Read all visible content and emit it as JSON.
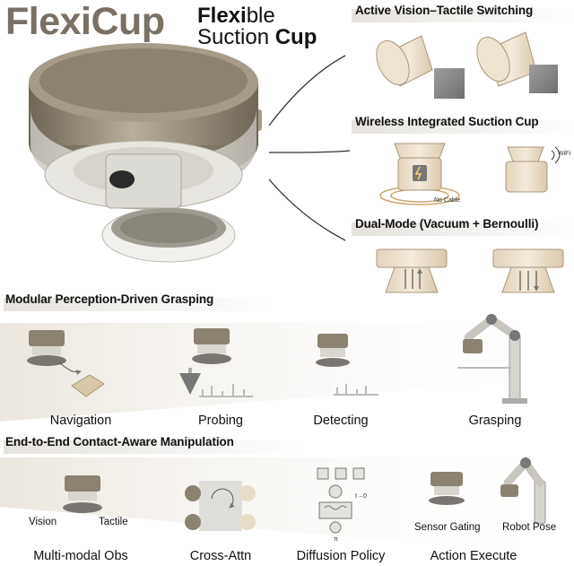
{
  "title": "FlexiCup",
  "subtitle": {
    "line1_bold": "Flexi",
    "line1_rest": "ble",
    "line2_rest": "Suction ",
    "line2_bold": "Cup"
  },
  "features": {
    "switching_header": "Active Vision–Tactile Switching",
    "wireless_header": "Wireless Integrated Suction Cup",
    "no_cable": "No Cable",
    "wifi": "WiFi",
    "dual_header": "Dual-Mode (Vacuum + Bernoulli)"
  },
  "modular": {
    "header": "Modular Perception-Driven Grasping",
    "steps": [
      "Navigation",
      "Probing",
      "Detecting",
      "Grasping"
    ]
  },
  "e2e": {
    "header": "End-to-End Contact-Aware Manipulation",
    "vision": "Vision",
    "tactile": "Tactile",
    "sensor_gating": "Sensor Gating",
    "robot_pose": "Robot Pose",
    "steps": [
      "Multi-modal Obs",
      "Cross-Attn",
      "Diffusion Policy",
      "Action Execute"
    ],
    "t_label": "t→0",
    "pi_label": "π"
  },
  "colors": {
    "title": "#7a7065",
    "cup_body": "#e9dcc8",
    "cup_edge": "#8c7a62",
    "hub": "#8d8371",
    "header_bar": "#e6e3de",
    "arrow": "#555555"
  }
}
